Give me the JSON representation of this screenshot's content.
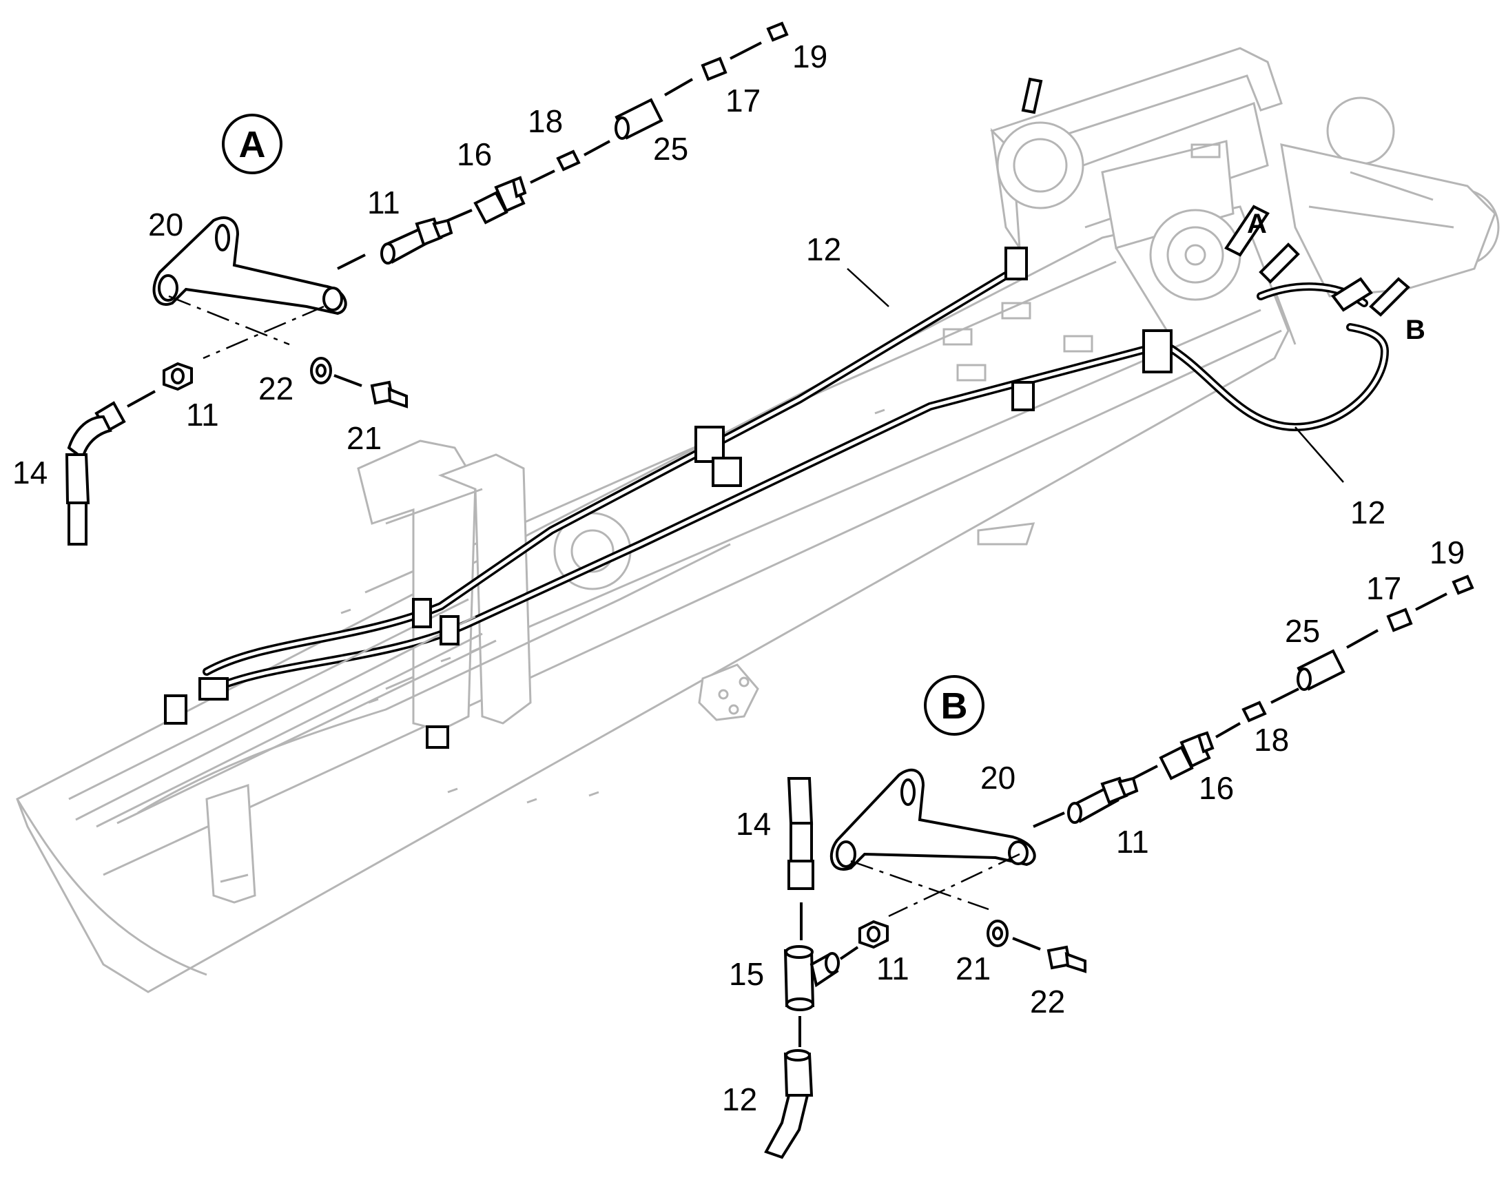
{
  "detail_badges": {
    "a": "A",
    "b": "B"
  },
  "callouts": {
    "assembly": {
      "a": "A",
      "b": "B"
    },
    "detail_a": {
      "p20": "20",
      "p11_fitting": "11",
      "p16": "16",
      "p18": "18",
      "p25": "25",
      "p17": "17",
      "p19": "19",
      "p11_nut": "11",
      "p22": "22",
      "p21": "21",
      "p14": "14"
    },
    "detail_b": {
      "p19": "19",
      "p17": "17",
      "p25": "25",
      "p18": "18",
      "p16": "16",
      "p20": "20",
      "p11_fitting": "11",
      "p14": "14",
      "p15": "15",
      "p11_nut": "11",
      "p21": "21",
      "p22": "22",
      "p12": "12"
    },
    "hose_upper": "12",
    "hose_right": "12"
  }
}
